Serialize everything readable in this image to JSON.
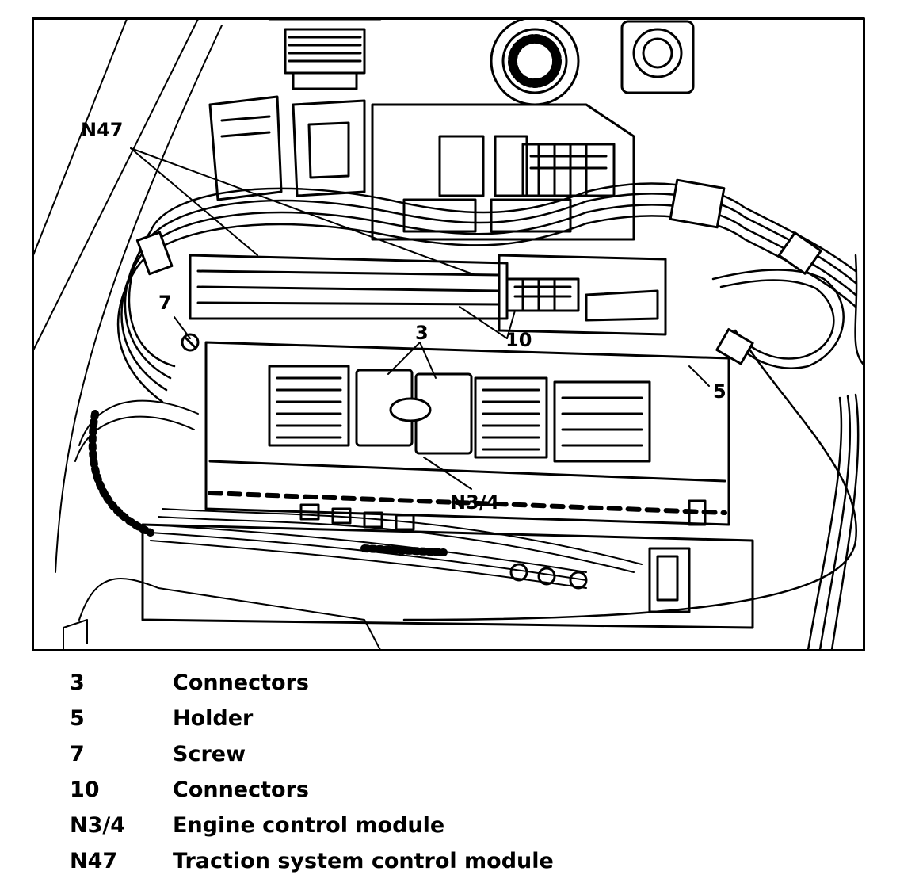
{
  "diagram": {
    "callouts": {
      "n47": "N47",
      "screw": "7",
      "connectors_3": "3",
      "connectors_10": "10",
      "holder": "5",
      "ecm": "N3/4"
    }
  },
  "legend": [
    {
      "key": "3",
      "label": "Connectors"
    },
    {
      "key": "5",
      "label": "Holder"
    },
    {
      "key": "7",
      "label": "Screw"
    },
    {
      "key": "10",
      "label": "Connectors"
    },
    {
      "key": "N3/4",
      "label": "Engine control module"
    },
    {
      "key": "N47",
      "label": "Traction system control module"
    }
  ]
}
